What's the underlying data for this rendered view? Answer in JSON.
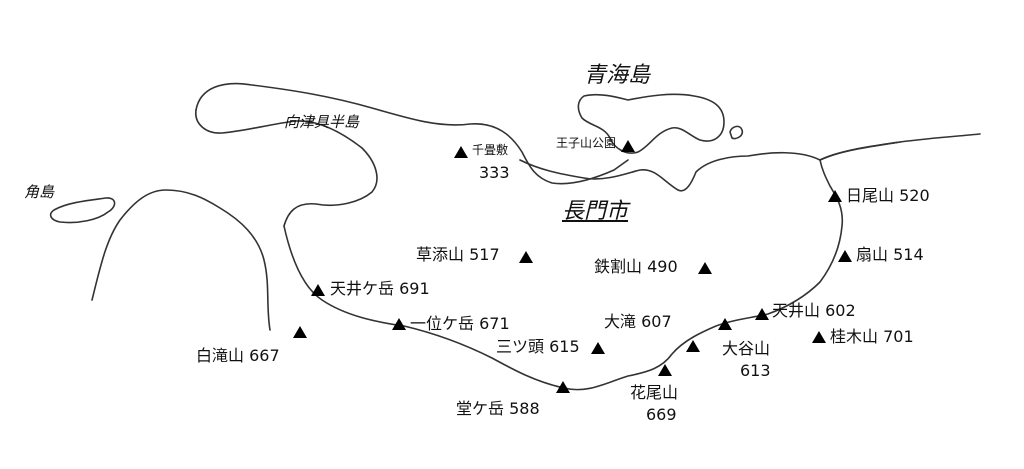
{
  "colors": {
    "line": "#333333",
    "triangle": "#000000",
    "text": "#111111"
  },
  "place_labels": {
    "oumijima": "青海島",
    "nagato": "長門市",
    "mukatsuku": "向津具半島",
    "tsunoshima": "角島",
    "ojiyama": "王子山公園"
  },
  "peaks": {
    "senjojiki": {
      "name": "千畳敷",
      "elev": "333"
    },
    "hioyama": {
      "name": "日尾山",
      "elev": "520"
    },
    "ougiyama": {
      "name": "扇山",
      "elev": "514"
    },
    "kusasoe": {
      "name": "草添山",
      "elev": "517"
    },
    "tetsuwari": {
      "name": "鉄割山",
      "elev": "490"
    },
    "amaigadake": {
      "name": "天井ケ岳",
      "elev": "691"
    },
    "ichiigadake": {
      "name": "一位ケ岳",
      "elev": "671"
    },
    "ootaki": {
      "name": "大滝",
      "elev": "607"
    },
    "mitsuzu": {
      "name": "三ツ頭",
      "elev": "615"
    },
    "tenjo602": {
      "name": "天井山",
      "elev": "602"
    },
    "katsuragi": {
      "name": "桂木山",
      "elev": "701"
    },
    "ootaniyama": {
      "name": "大谷山",
      "elev": "613"
    },
    "shirotaki": {
      "name": "白滝山",
      "elev": "667"
    },
    "hanaoyama": {
      "name": "花尾山",
      "elev": "669"
    },
    "dougadake": {
      "name": "堂ケ岳",
      "elev": "588"
    }
  }
}
